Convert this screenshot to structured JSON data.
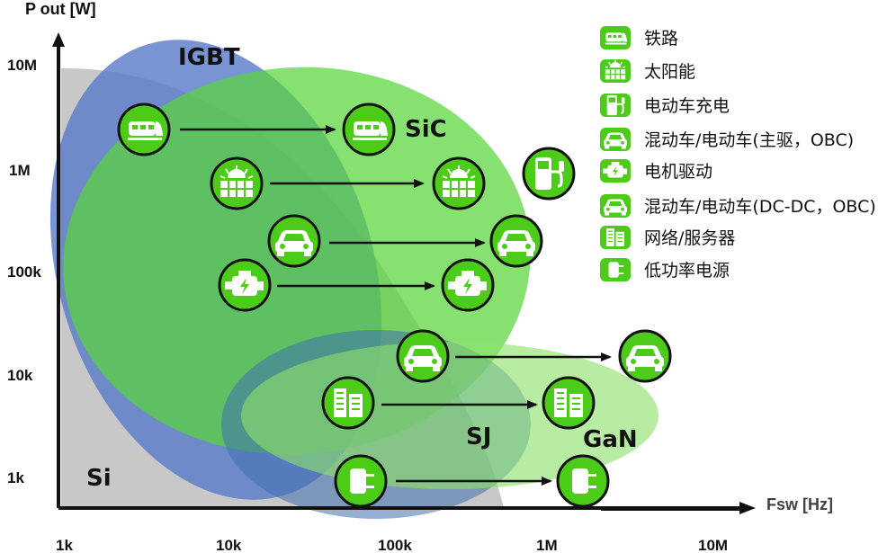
{
  "axes": {
    "y_label": "P out [W]",
    "x_label": "Fsw [Hz]",
    "y_ticks": [
      "10M",
      "1M",
      "100k",
      "10k",
      "1k"
    ],
    "x_ticks": [
      "1k",
      "10k",
      "100k",
      "1M",
      "10M"
    ]
  },
  "regions": {
    "si": "Si",
    "igbt": "IGBT",
    "sic": "SiC",
    "sj": "SJ",
    "gan": "GaN"
  },
  "colors": {
    "si": "#c8c8c8",
    "igbt": "#5a7dc8",
    "sic": "#59d63a",
    "sj": "#3f6fb0",
    "gan": "#8ee06a",
    "icon_fill": "#4ccc18",
    "arrow": "#111111"
  },
  "legend": [
    {
      "icon": "train-icon",
      "label": "铁路"
    },
    {
      "icon": "solar-icon",
      "label": "太阳能"
    },
    {
      "icon": "ev-charger-icon",
      "label": "电动车充电"
    },
    {
      "icon": "car-icon",
      "label": "混动车/电动车(主驱，OBC)"
    },
    {
      "icon": "motor-icon",
      "label": "电机驱动"
    },
    {
      "icon": "car-icon",
      "label": "混动车/电动车(DC-DC，OBC)"
    },
    {
      "icon": "server-icon",
      "label": "网络/服务器"
    },
    {
      "icon": "plug-icon",
      "label": "低功率电源"
    }
  ]
}
